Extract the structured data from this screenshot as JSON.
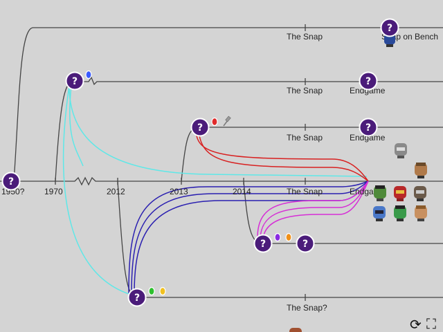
{
  "colors": {
    "background": "#d4d4d4",
    "timeline": "#444444",
    "node": "#4b1c7a",
    "node_ring": "#ffffff",
    "cyan": "#5ee8e8",
    "red": "#d82020",
    "blue": "#2a1fb0",
    "magenta": "#d62ed6"
  },
  "node_glyph": "?",
  "main_axis": {
    "labels": [
      "1950?",
      "1970",
      "2012",
      "2013",
      "2014",
      "The Snap",
      "Endgame"
    ]
  },
  "branches": {
    "b1": {
      "labels": [
        "The Snap",
        "Snap on Bench"
      ]
    },
    "b2": {
      "labels": [
        "The Snap",
        "Endgame"
      ]
    },
    "b3": {
      "labels": [
        "The Snap",
        "Endgame"
      ]
    },
    "b5": {
      "labels": [
        "The Snap?"
      ]
    }
  },
  "gems": {
    "b2": [
      {
        "name": "space-stone-icon",
        "color": "#3a5bff"
      }
    ],
    "b3": [
      {
        "name": "reality-stone-icon",
        "color": "#e02a2a"
      },
      {
        "name": "hammer-icon",
        "color": "#9a9a9a"
      }
    ],
    "b4": [
      {
        "name": "power-stone-icon",
        "color": "#8a2be2"
      },
      {
        "name": "soul-stone-icon",
        "color": "#f09018"
      }
    ],
    "b5": [
      {
        "name": "time-stone-icon",
        "color": "#2ec02e"
      },
      {
        "name": "mind-stone-icon",
        "color": "#f0c020"
      }
    ]
  },
  "characters": [
    {
      "name": "war-machine-avatar",
      "color": "#8a8a8a"
    },
    {
      "name": "hawkeye-avatar",
      "color": "#b07a4a"
    },
    {
      "name": "hulk-avatar",
      "color": "#4f8a3a"
    },
    {
      "name": "iron-man-avatar",
      "color": "#b82828"
    },
    {
      "name": "rocket-avatar",
      "color": "#6a5a4a"
    },
    {
      "name": "nebula-avatar",
      "color": "#4a78c8"
    },
    {
      "name": "gamora-avatar",
      "color": "#3a9a4a"
    },
    {
      "name": "thor-avatar",
      "color": "#c89060"
    },
    {
      "name": "captain-america-avatar",
      "color": "#2a4a9a"
    },
    {
      "name": "ant-man-avatar",
      "color": "#a05030"
    }
  ],
  "controls": {
    "reset_glyph": "⟳",
    "fullscreen_glyph": "⛶"
  }
}
